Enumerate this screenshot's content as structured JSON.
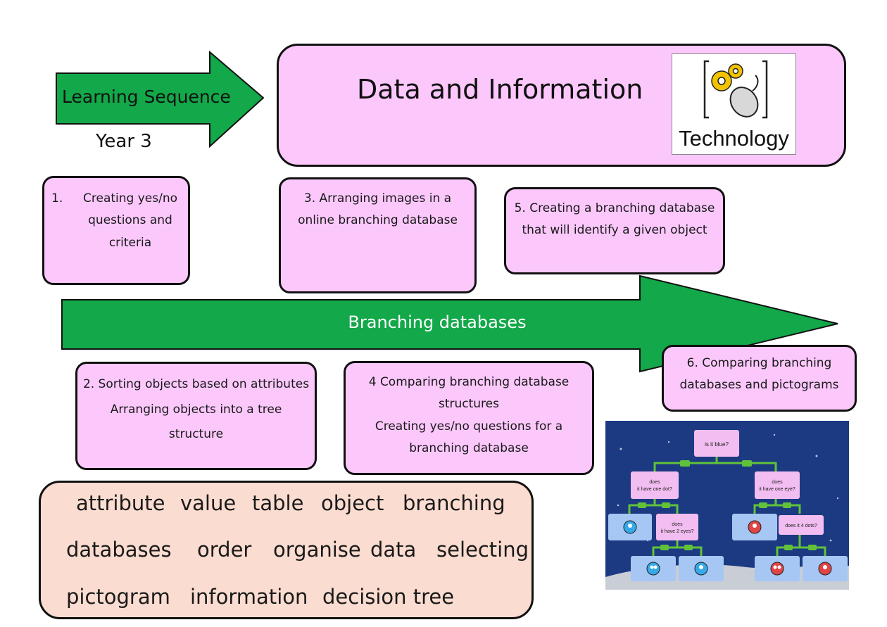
{
  "header": {
    "sequence_label": "Learning Sequence",
    "year": "Year 3",
    "topic_title": "Data and Information",
    "subject_badge": {
      "label": "Technology",
      "icon": "gears-mouse-icon"
    }
  },
  "banner": {
    "label": "Branching databases"
  },
  "lessons": [
    {
      "number": "1.",
      "lines": [
        "Creating yes/no",
        "questions and",
        "criteria"
      ]
    },
    {
      "lines": [
        "2. Sorting objects based on attributes",
        "Arranging objects into a tree",
        "structure"
      ]
    },
    {
      "lines": [
        "3. Arranging images in a",
        "online branching database"
      ]
    },
    {
      "lines": [
        "4 Comparing branching database",
        "structures",
        "Creating yes/no questions for a",
        "branching database"
      ]
    },
    {
      "lines": [
        "5. Creating a branching database",
        "that will identify a given object"
      ]
    },
    {
      "lines": [
        "6. Comparing branching",
        "databases and pictograms"
      ]
    }
  ],
  "vocabulary": [
    [
      "attribute",
      "value",
      "table",
      "object",
      "branching"
    ],
    [
      "databases",
      "order",
      "organise",
      "data",
      "selecting"
    ],
    [
      "pictogram",
      "information",
      "decision tree"
    ]
  ],
  "tree_image": {
    "root": "is it blue?",
    "left_question": [
      "does",
      "it have one dot?"
    ],
    "right_question": [
      "does",
      "it have one eye?"
    ],
    "left_sub_question": [
      "does",
      "it have 2 eyes?"
    ],
    "right_sub_question": "does it 4 dots?",
    "colors": {
      "background": "#1c3a82",
      "question_box": "#f2bdf0",
      "leaf_box": "#a6c6f4",
      "branch": "#61c23a"
    }
  }
}
